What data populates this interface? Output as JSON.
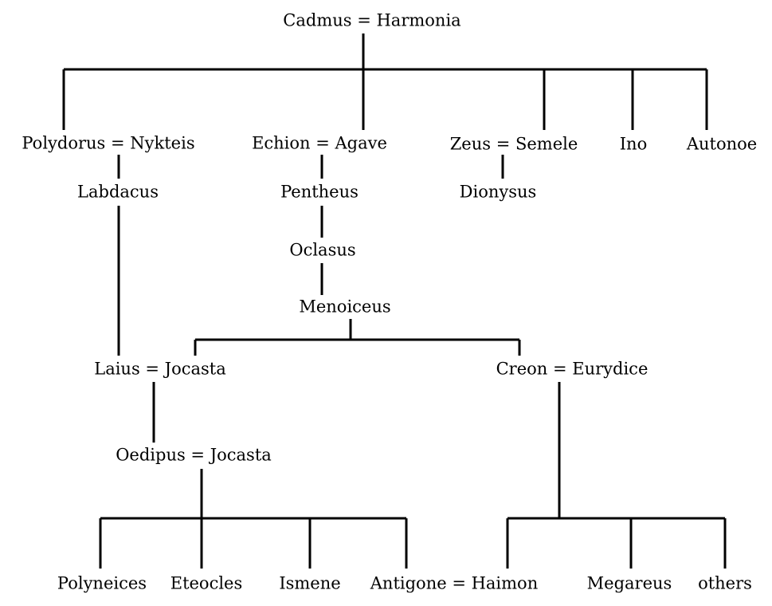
{
  "diagram": {
    "line_color": "#000000",
    "text_color": "#000000",
    "persons": {
      "cadmus_harmonia": "Cadmus = Harmonia",
      "polydorus_nykteis": "Polydorus = Nykteis",
      "echion_agave": "Echion = Agave",
      "zeus_semele": "Zeus = Semele",
      "ino": "Ino",
      "autonoe": "Autonoe",
      "labdacus": "Labdacus",
      "pentheus": "Pentheus",
      "dionysus": "Dionysus",
      "oclasus": "Oclasus",
      "menoiceus": "Menoiceus",
      "laius_jocasta": "Laius = Jocasta",
      "creon_eurydice": "Creon = Eurydice",
      "oedipus_jocasta": "Oedipus = Jocasta",
      "polyneices": "Polyneices",
      "eteocles": "Eteocles",
      "ismene": "Ismene",
      "antigone_haimon": "Antigone = Haimon",
      "megareus": "Megareus",
      "others": "others"
    }
  }
}
